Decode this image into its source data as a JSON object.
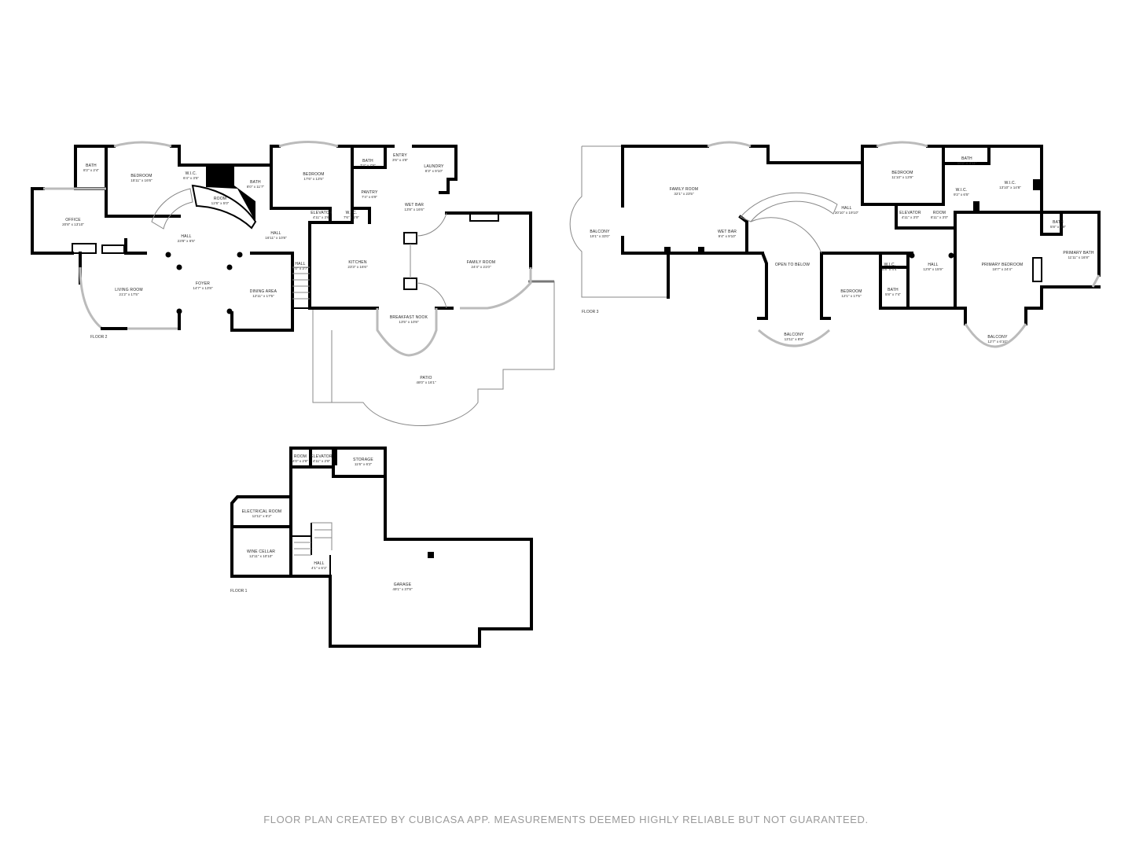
{
  "floors": [
    {
      "label": "FLOOR 2",
      "rooms": [
        {
          "name": "BATH",
          "dims": "8'2\" x 2'4\""
        },
        {
          "name": "BEDROOM",
          "dims": "15'11\" x 16'6\""
        },
        {
          "name": "W.I.C.",
          "dims": "6'4\" x 3'5\""
        },
        {
          "name": "ROOM",
          "dims": "12'6\" x 5'0\""
        },
        {
          "name": "BATH",
          "dims": "8'0\" x 11'7\""
        },
        {
          "name": "BEDROOM",
          "dims": "17'6\" x 13'5\""
        },
        {
          "name": "BATH",
          "dims": "7'4\" x 7'6\""
        },
        {
          "name": "ENTRY",
          "dims": "3'6\" x 4'8\""
        },
        {
          "name": "LAUNDRY",
          "dims": "8'3\" x 9'10\""
        },
        {
          "name": "PANTRY",
          "dims": "7'4\" x 6'9\""
        },
        {
          "name": "ELEVATOR",
          "dims": "4'11\" x 3'6\""
        },
        {
          "name": "W.I.C.",
          "dims": "7'6\" x 2'9\""
        },
        {
          "name": "WET BAR",
          "dims": "13'8\" x 16'6\""
        },
        {
          "name": "OFFICE",
          "dims": "20'8\" x 13'10\""
        },
        {
          "name": "HALL",
          "dims": "23'8\" x 6'5\""
        },
        {
          "name": "HALL",
          "dims": "16'11\" x 10'8\""
        },
        {
          "name": "HALL",
          "dims": "4'0\" x 3'7\""
        },
        {
          "name": "KITCHEN",
          "dims": "23'3\" x 16'6\""
        },
        {
          "name": "FAMILY ROOM",
          "dims": "24'4\" x 21'0\""
        },
        {
          "name": "FOYER",
          "dims": "14'7\" x 13'8\""
        },
        {
          "name": "LIVING ROOM",
          "dims": "21'2\" x 17'5\""
        },
        {
          "name": "DINING AREA",
          "dims": "12'11\" x 17'5\""
        },
        {
          "name": "BREAKFAST NOOK",
          "dims": "13'5\" x 10'8\""
        },
        {
          "name": "PATIO",
          "dims": "48'0\" x 16'1\""
        }
      ]
    },
    {
      "label": "FLOOR 3",
      "rooms": [
        {
          "name": "BALCONY",
          "dims": "19'1\" x 33'0\""
        },
        {
          "name": "FAMILY ROOM",
          "dims": "32'1\" x 23'5\""
        },
        {
          "name": "WET BAR",
          "dims": "9'4\" x 9'10\""
        },
        {
          "name": "HALL",
          "dims": "20'10\" x 19'10\""
        },
        {
          "name": "OPEN TO BELOW",
          "dims": ""
        },
        {
          "name": "BEDROOM",
          "dims": "12'1\" x 17'5\""
        },
        {
          "name": "BALCONY",
          "dims": "13'11\" x 8'8\""
        },
        {
          "name": "BEDROOM",
          "dims": "11'10\" x 13'9\""
        },
        {
          "name": "BATH",
          "dims": "10'2\" x 4'11\""
        },
        {
          "name": "W.I.C.",
          "dims": "9'2\" x 6'5\""
        },
        {
          "name": "W.I.C.",
          "dims": "13'10\" x 14'8\""
        },
        {
          "name": "ELEVATOR",
          "dims": "4'11\" x 3'0\""
        },
        {
          "name": "ROOM",
          "dims": "6'11\" x 3'0\""
        },
        {
          "name": "W.I.C.",
          "dims": "5'8\" x 4'4\""
        },
        {
          "name": "BATH",
          "dims": "5'8\" x 7'4\""
        },
        {
          "name": "HALL",
          "dims": "12'8\" x 15'9\""
        },
        {
          "name": "PRIMARY BEDROOM",
          "dims": "18'7\" x 24'4\""
        },
        {
          "name": "BATH",
          "dims": "5'8\" x 3'9\""
        },
        {
          "name": "PRIMARY BATH",
          "dims": "11'11\" x 16'8\""
        },
        {
          "name": "BALCONY",
          "dims": "12'7\" x 6'10\""
        }
      ]
    },
    {
      "label": "FLOOR 1",
      "rooms": [
        {
          "name": "ROOM",
          "dims": "4'0\" x 2'8\""
        },
        {
          "name": "ELEVATOR",
          "dims": "4'11\" x 2'8\""
        },
        {
          "name": "STORAGE",
          "dims": "11'6\" x 6'2\""
        },
        {
          "name": "ELECTRICAL ROOM",
          "dims": "12'11\" x 6'2\""
        },
        {
          "name": "WINE CELLAR",
          "dims": "12'11\" x 10'10\""
        },
        {
          "name": "HALL",
          "dims": "4'1\" x 6'1\""
        },
        {
          "name": "GARAGE",
          "dims": "49'1\" x 37'8\""
        }
      ]
    }
  ],
  "footer": "FLOOR PLAN CREATED BY CUBICASA APP. MEASUREMENTS DEEMED HIGHLY RELIABLE BUT NOT GUARANTEED.",
  "colors": {
    "walls": "#000000",
    "footer_text": "#9a9a9a",
    "windows": "#bbbbbb"
  }
}
